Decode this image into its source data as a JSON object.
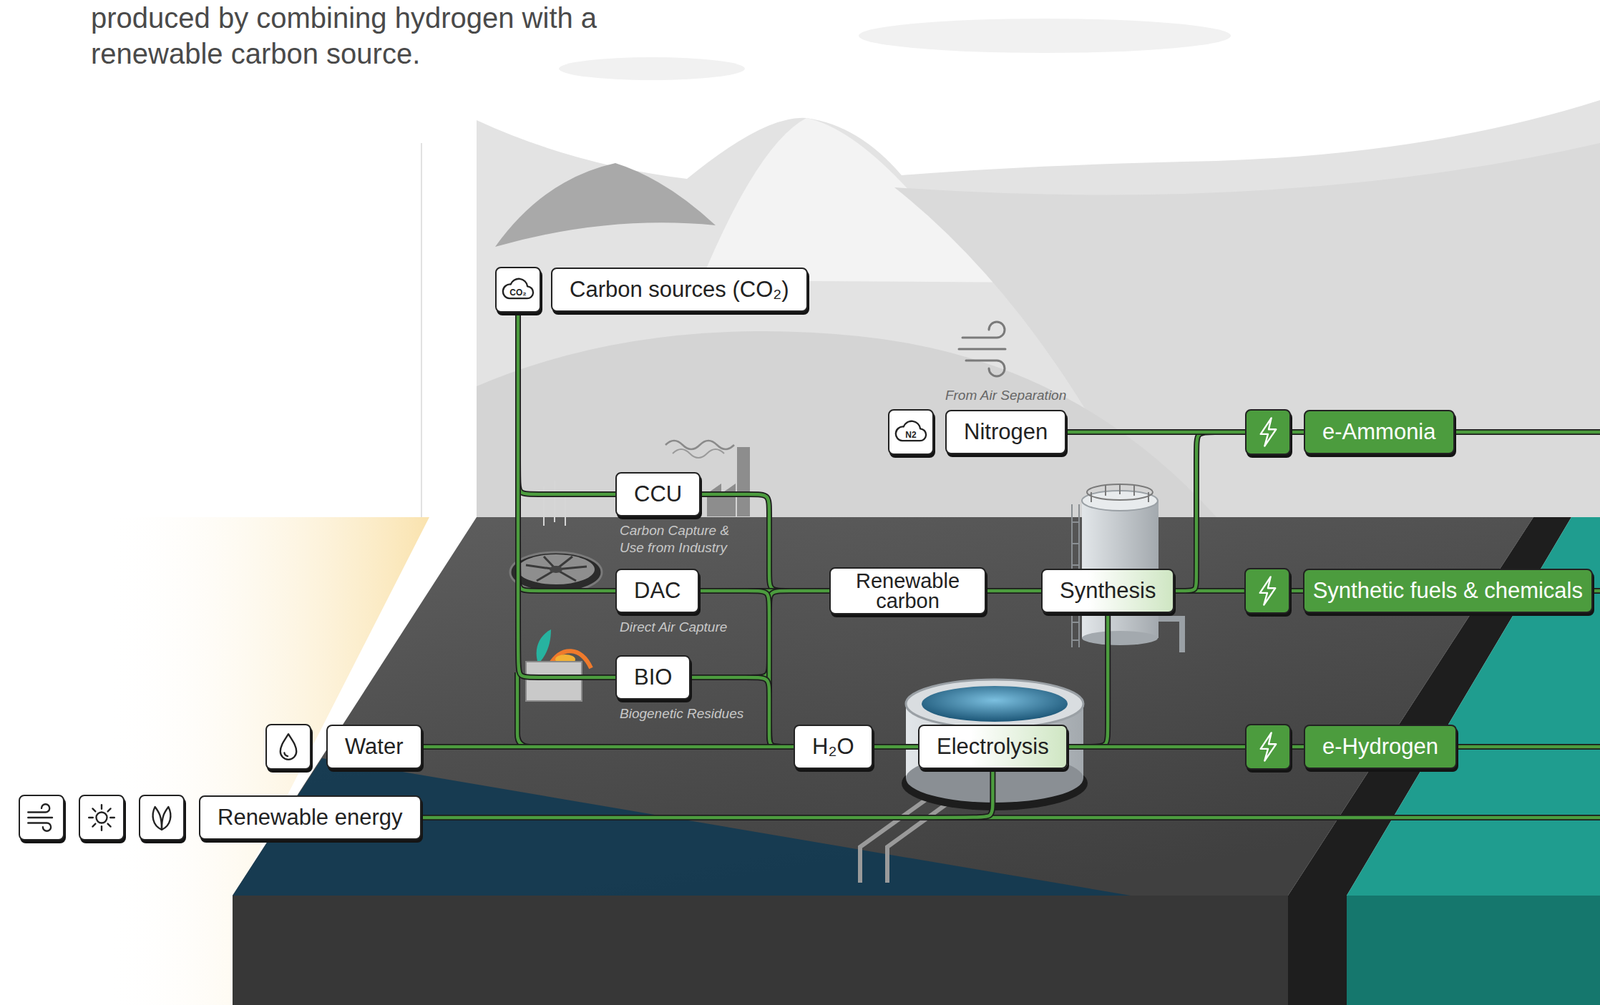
{
  "diagram": {
    "nodes": [
      {
        "text": [
          "CO₂",
          "Carbon sources (CO₂)"
        ]
      },
      {
        "text": [
          "From Air Separation",
          "N2",
          "Nitrogen"
        ]
      },
      {
        "text": [
          "e-Ammonia"
        ]
      },
      {
        "text": [
          "CCU",
          "Carbon Capture & Use from Industry"
        ]
      },
      {
        "text": [
          "DAC",
          "Direct Air Capture"
        ]
      },
      {
        "text": [
          "BIO",
          "Biogenetic Residues"
        ]
      },
      {
        "text": [
          "Renewable carbon"
        ]
      },
      {
        "text": [
          "Synthesis"
        ]
      },
      {
        "text": [
          "Synthetic fuels & chemicals"
        ]
      },
      {
        "text": [
          "Water"
        ]
      },
      {
        "text": [
          "H₂O"
        ]
      },
      {
        "text": [
          "Electrolysis"
        ]
      },
      {
        "text": [
          "e-Hydrogen"
        ]
      },
      {
        "text": [
          "Renewable energy"
        ]
      }
    ],
    "edges": [
      {
        "from": 0,
        "to": 3,
        "arrow": "none"
      },
      {
        "from": 0,
        "to": 4,
        "arrow": "none"
      },
      {
        "from": 0,
        "to": 5,
        "arrow": "none"
      },
      {
        "from": 3,
        "to": 6,
        "arrow": "none"
      },
      {
        "from": 4,
        "to": 6,
        "arrow": "none"
      },
      {
        "from": 5,
        "to": 6,
        "arrow": "none"
      },
      {
        "from": 4,
        "to": 10,
        "arrow": "none"
      },
      {
        "from": 5,
        "to": 10,
        "arrow": "none"
      },
      {
        "from": 9,
        "to": 10,
        "arrow": "none"
      },
      {
        "from": 10,
        "to": 11,
        "arrow": "none"
      },
      {
        "from": 11,
        "to": 7,
        "arrow": "none"
      },
      {
        "from": 6,
        "to": 7,
        "arrow": "none"
      },
      {
        "from": 7,
        "to": 8,
        "arrow": "none"
      },
      {
        "from": 7,
        "to": 2,
        "arrow": "none"
      },
      {
        "from": 1,
        "to": 2,
        "arrow": "none"
      },
      {
        "from": 11,
        "to": 12,
        "arrow": "none"
      },
      {
        "from": 13,
        "to": 11,
        "arrow": "none"
      }
    ],
    "labels": [
      "produced by combining hydrogen with a renewable carbon source."
    ]
  }
}
